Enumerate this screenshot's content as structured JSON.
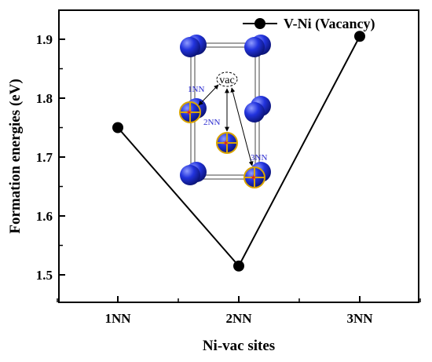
{
  "chart_data": {
    "type": "line",
    "title": "",
    "xlabel": "Ni-vac sites",
    "ylabel": "Formation energies (eV)",
    "categories": [
      "1NN",
      "2NN",
      "3NN"
    ],
    "series": [
      {
        "name": "V-Ni (Vacancy)",
        "values": [
          1.75,
          1.515,
          1.905
        ],
        "color": "#000000"
      }
    ],
    "ylim": [
      1.45,
      1.95
    ],
    "yticks": [
      "1.5",
      "1.6",
      "1.7",
      "1.8",
      "1.9"
    ],
    "grid": false,
    "legend_position": "top-right"
  },
  "inset": {
    "labels": [
      "1NN",
      "2NN",
      "3NN"
    ],
    "vac_label": "vac",
    "atom_color": "#1f2fd6",
    "marker_color": "#e02020"
  }
}
